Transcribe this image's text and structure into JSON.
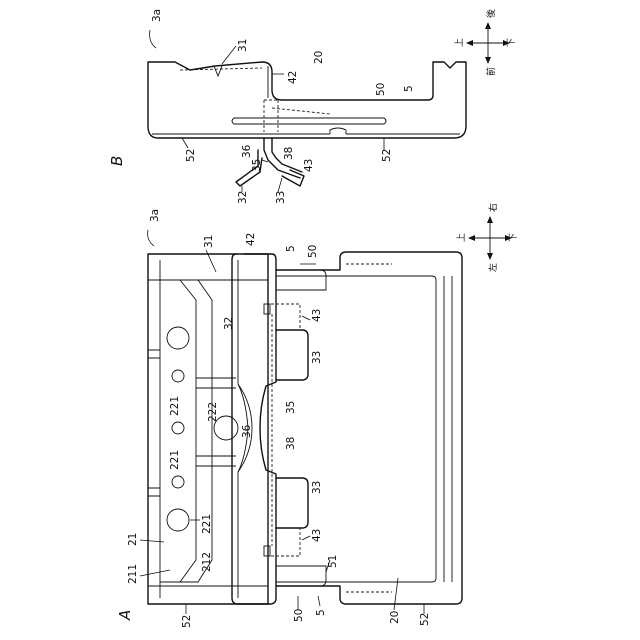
{
  "figure_a": {
    "title": "A",
    "ref_assembly": "3a",
    "directions": {
      "up": "上",
      "down": "下",
      "left": "左",
      "right": "右"
    },
    "labels": {
      "l31": "31",
      "l42": "42",
      "l5_top": "5",
      "l50_top": "50",
      "l32": "32",
      "l43_top": "43",
      "l33_top": "33",
      "l221_a": "221",
      "l222": "222",
      "l35": "35",
      "l36": "36",
      "l38": "38",
      "l221_b": "221",
      "l33_bot": "33",
      "l21": "21",
      "l211": "211",
      "l221_c": "221",
      "l212": "212",
      "l43_bot": "43",
      "l51": "51",
      "l52_left": "52",
      "l50_bot": "50",
      "l5_bot": "5",
      "l20": "20",
      "l52_right": "52"
    }
  },
  "figure_b": {
    "title": "B",
    "ref_assembly": "3a",
    "directions": {
      "up": "上",
      "down": "下",
      "rear": "後",
      "front": "前"
    },
    "labels": {
      "l31": "31",
      "l20": "20",
      "l42": "42",
      "l50": "50",
      "l5": "5",
      "l52_left": "52",
      "l36": "36",
      "l38": "38",
      "l35": "35",
      "l43": "43",
      "l32": "32",
      "l33": "33",
      "l52_right": "52"
    }
  }
}
